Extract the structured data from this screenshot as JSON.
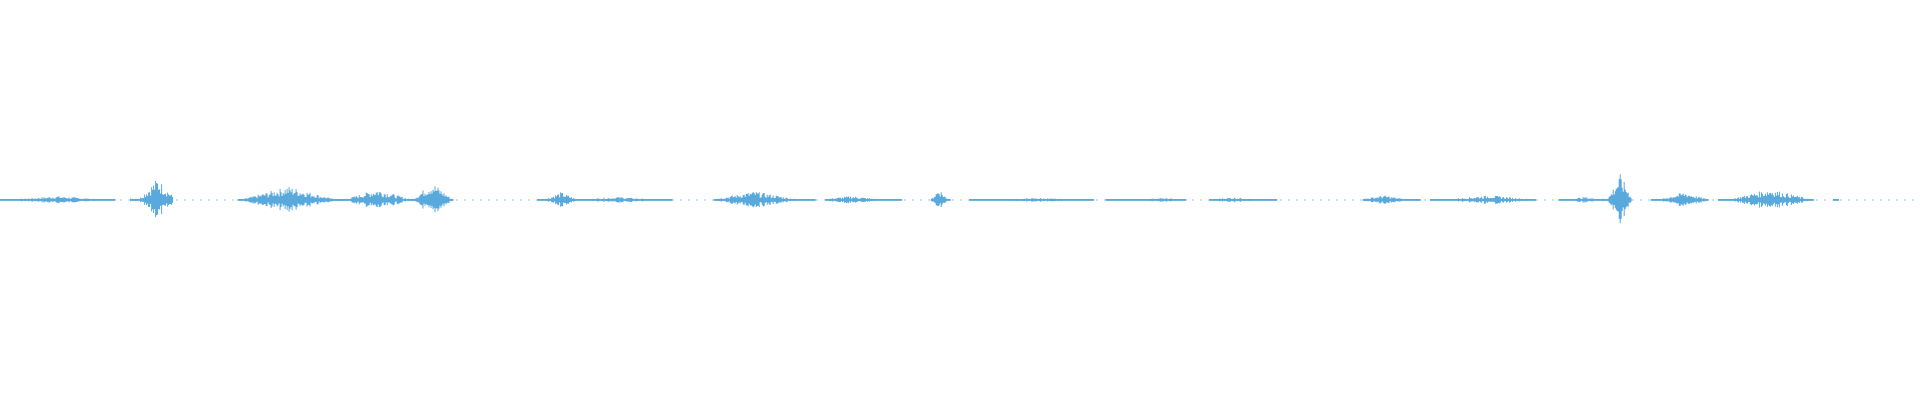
{
  "waveform": {
    "color": "#5aa9dc",
    "background": "#ffffff",
    "duration_fraction_segments": [
      {
        "start": 0.0,
        "end": 0.06,
        "peak": 0.1
      },
      {
        "start": 0.068,
        "end": 0.09,
        "peak": 0.55
      },
      {
        "start": 0.124,
        "end": 0.18,
        "peak": 0.35
      },
      {
        "start": 0.172,
        "end": 0.212,
        "peak": 0.28
      },
      {
        "start": 0.212,
        "end": 0.236,
        "peak": 0.45
      },
      {
        "start": 0.28,
        "end": 0.3,
        "peak": 0.2
      },
      {
        "start": 0.3,
        "end": 0.35,
        "peak": 0.08
      },
      {
        "start": 0.372,
        "end": 0.425,
        "peak": 0.22
      },
      {
        "start": 0.43,
        "end": 0.47,
        "peak": 0.1
      },
      {
        "start": 0.485,
        "end": 0.495,
        "peak": 0.3
      },
      {
        "start": 0.505,
        "end": 0.57,
        "peak": 0.05
      },
      {
        "start": 0.576,
        "end": 0.618,
        "peak": 0.05
      },
      {
        "start": 0.63,
        "end": 0.665,
        "peak": 0.07
      },
      {
        "start": 0.71,
        "end": 0.74,
        "peak": 0.12
      },
      {
        "start": 0.745,
        "end": 0.8,
        "peak": 0.12
      },
      {
        "start": 0.812,
        "end": 0.835,
        "peak": 0.08
      },
      {
        "start": 0.835,
        "end": 0.85,
        "peak": 0.65
      },
      {
        "start": 0.86,
        "end": 0.89,
        "peak": 0.2
      },
      {
        "start": 0.895,
        "end": 0.945,
        "peak": 0.28
      },
      {
        "start": 0.955,
        "end": 0.958,
        "peak": 0.03
      }
    ]
  }
}
